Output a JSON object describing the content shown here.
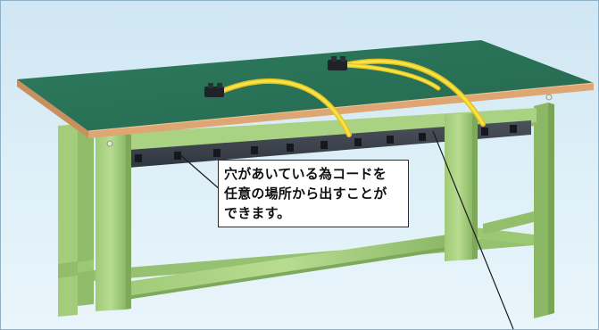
{
  "callout": {
    "line1": "穴があいている為コードを",
    "line2": "任意の場所から出すことが",
    "line3": "できます。"
  },
  "colors": {
    "table_top": "#2f7f62",
    "table_edge": "#d9a06d",
    "frame_green": "#a7d07f",
    "cord": "#f2d533",
    "panel": "#3f4650"
  }
}
